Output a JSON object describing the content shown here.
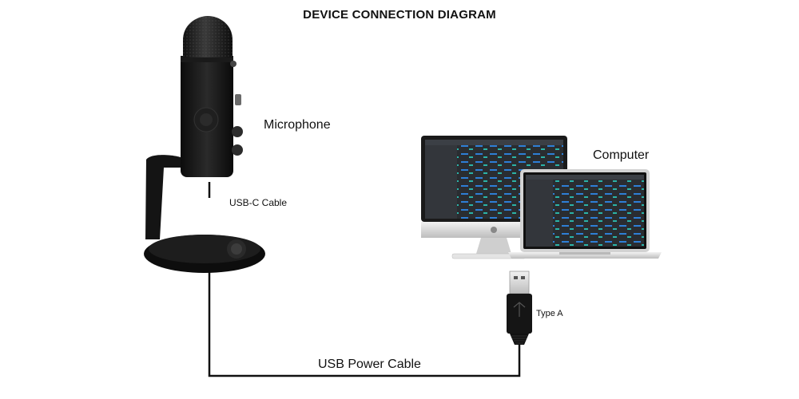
{
  "title": "DEVICE CONNECTION DIAGRAM",
  "labels": {
    "microphone": "Microphone",
    "computer": "Computer",
    "usb_c_cable": "USB-C Cable",
    "type_a": "Type A",
    "usb_power_cable": "USB Power Cable"
  },
  "colors": {
    "device_black": "#141414",
    "cable": "#111111",
    "screen_bg": "#2a2d31",
    "accent_blue": "#2e7fd6",
    "accent_teal": "#2bb3a8",
    "silver": "#d9d9d9"
  }
}
